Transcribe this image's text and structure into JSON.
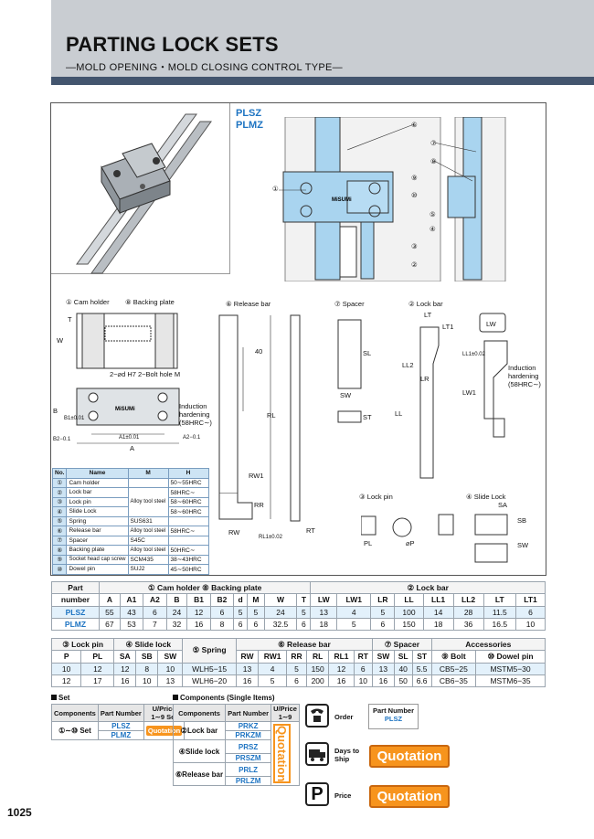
{
  "header": {
    "title": "PARTING LOCK SETS",
    "subtitle": "—MOLD OPENING・MOLD CLOSING CONTROL TYPE—"
  },
  "codes": [
    "PLSZ",
    "PLMZ"
  ],
  "assembly_callouts": [
    "①",
    "②",
    "③",
    "④",
    "⑤",
    "⑥",
    "⑦",
    "⑧",
    "⑨",
    "⑩"
  ],
  "part_labels": {
    "cam_holder": "① Cam holder",
    "backing_plate": "⑧ Backing plate",
    "release_bar": "⑥ Release bar",
    "spacer": "⑦ Spacer",
    "lock_bar": "② Lock bar",
    "lock_pin": "③ Lock pin",
    "slide_lock": "④ Slide Lock",
    "bolt_hole": "2−⌀d H7  2−Bolt hole M",
    "induction": "Induction hardening (58HRC∼)",
    "induction2": "Induction hardening (58HRC∼)"
  },
  "dims": {
    "w": "W",
    "t": "T",
    "b": "B",
    "b1": "B1±0.01",
    "b2": "B2−0.1",
    "a": "A",
    "a1": "A1±0.01",
    "a2": "A2−0.1",
    "forty": "40",
    "rl": "RL",
    "rw1": "RW1",
    "rr": "RR",
    "rw": "RW",
    "rl1": "RL1±0.02",
    "rt": "RT",
    "sl": "SL",
    "sw": "SW",
    "st": "ST",
    "lt": "LT",
    "lt1": "LT1",
    "lw": "LW",
    "lw1": "LW1",
    "ll": "LL",
    "ll1": "LL1±0.02",
    "ll2": "LL2",
    "lr": "LR",
    "pl": "PL",
    "phi_p": "⌀P",
    "sa": "SA",
    "sb": "SB",
    "slw": "SW"
  },
  "material_table": {
    "headers": [
      "No.",
      "Name",
      "M",
      "H"
    ],
    "rows": [
      [
        "①",
        "Cam holder",
        "",
        "50∼55HRC"
      ],
      [
        "②",
        "Lock bar",
        "Alloy tool steel",
        "58HRC∼"
      ],
      [
        "③",
        "Lock pin",
        "",
        "58∼60HRC"
      ],
      [
        "④",
        "Slide Lock",
        "",
        "58∼60HRC"
      ],
      [
        "⑤",
        "Spring",
        "SUS631",
        ""
      ],
      [
        "⑥",
        "Release bar",
        "Alloy tool steel",
        "58HRC∼"
      ],
      [
        "⑦",
        "Spacer",
        "S45C",
        ""
      ],
      [
        "⑧",
        "Backing plate",
        "Alloy tool steel",
        "50HRC∼"
      ],
      [
        "⑨",
        "Socket head cap screw",
        "SCM435",
        "38∼43HRC"
      ],
      [
        "⑩",
        "Dowel pin",
        "SUJ2",
        "45∼50HRC"
      ]
    ]
  },
  "dim_table_1": {
    "part_label": "Part",
    "number_label": "number",
    "group1": "① Cam holder ⑧ Backing plate",
    "group2": "② Lock bar",
    "cols": [
      "A",
      "A1",
      "A2",
      "B",
      "B1",
      "B2",
      "d",
      "M",
      "W",
      "T",
      "LW",
      "LW1",
      "LR",
      "LL",
      "LL1",
      "LL2",
      "LT",
      "LT1"
    ],
    "rows": [
      {
        "pn": "PLSZ",
        "v": [
          "55",
          "43",
          "6",
          "24",
          "12",
          "6",
          "5",
          "5",
          "24",
          "5",
          "13",
          "4",
          "5",
          "100",
          "14",
          "28",
          "11.5",
          "6"
        ]
      },
      {
        "pn": "PLMZ",
        "v": [
          "67",
          "53",
          "7",
          "32",
          "16",
          "8",
          "6",
          "6",
          "32.5",
          "6",
          "18",
          "5",
          "6",
          "150",
          "18",
          "36",
          "16.5",
          "10"
        ]
      }
    ]
  },
  "dim_table_2": {
    "g_lockpin": "③ Lock pin",
    "g_slide": "④ Slide lock",
    "g_spring": "⑤ Spring",
    "g_release": "⑥ Release bar",
    "g_spacer": "⑦ Spacer",
    "g_acc": "Accessories",
    "cols": [
      "P",
      "PL",
      "SA",
      "SB",
      "SW",
      "RW",
      "RW1",
      "RR",
      "RL",
      "RL1",
      "RT",
      "SW",
      "SL",
      "ST",
      "⑨ Bolt",
      "⑩ Dowel pin"
    ],
    "rows": [
      {
        "v": [
          "10",
          "12",
          "12",
          "8",
          "10"
        ],
        "spring": "WLH5−15",
        "r": [
          "13",
          "4",
          "5",
          "150",
          "12",
          "6",
          "13",
          "40",
          "5.5",
          "CB5−25",
          "MSTM5−30"
        ]
      },
      {
        "v": [
          "12",
          "17",
          "16",
          "10",
          "13"
        ],
        "spring": "WLH6−20",
        "r": [
          "16",
          "5",
          "6",
          "200",
          "16",
          "10",
          "16",
          "50",
          "6.6",
          "CB6−35",
          "MSTM6−35"
        ]
      }
    ]
  },
  "order": {
    "set_title": "Set",
    "comp_title": "Components (Single Items)",
    "components": "Components",
    "part_number": "Part Number",
    "u_price": "U/Price",
    "qty_1_9": "1∼9 Set",
    "qty_1_9b": "1∼9",
    "set_name": "①∼⑩ Set",
    "set_pns": [
      "PLSZ",
      "PLMZ"
    ],
    "quotation": "Quotation",
    "items": [
      {
        "name": "②Lock bar",
        "pns": [
          "PRKZ",
          "PRKZM"
        ]
      },
      {
        "name": "④Slide lock",
        "pns": [
          "PRSZ",
          "PRSZM"
        ]
      },
      {
        "name": "⑥Release bar",
        "pns": [
          "PRLZ",
          "PRLZM"
        ]
      }
    ],
    "order_label": "Order",
    "ship_label": "Days to Ship",
    "price_label": "Price",
    "pn_box_title": "Part Number",
    "pn_box_value": "PLSZ",
    "quotation_big": "Quotation"
  },
  "page_number": "1025"
}
